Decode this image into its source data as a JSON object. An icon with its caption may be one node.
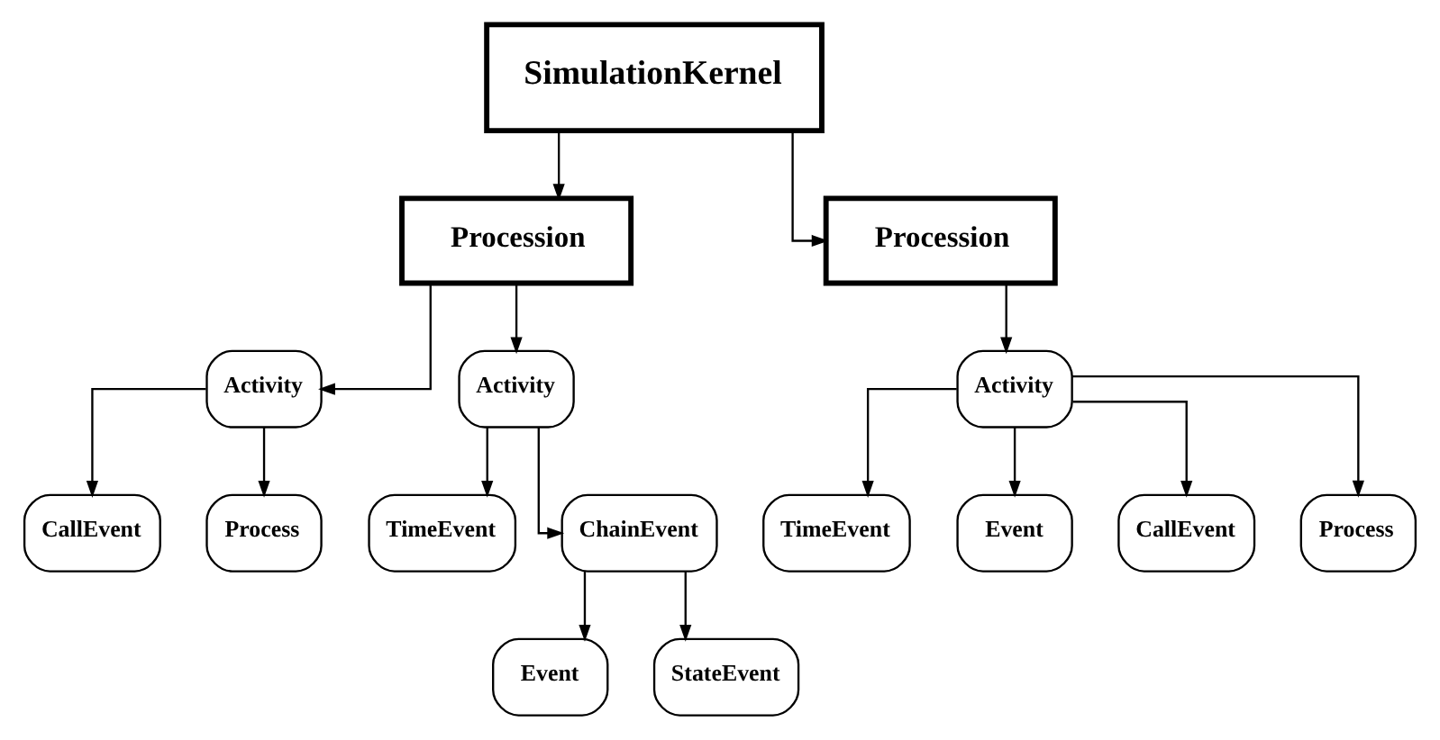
{
  "diagram": {
    "nodes": [
      {
        "text": [
          "SimulationKernel"
        ]
      },
      {
        "text": [
          "Procession"
        ]
      },
      {
        "text": [
          "Procession"
        ]
      },
      {
        "text": [
          "Activity"
        ]
      },
      {
        "text": [
          "Activity"
        ]
      },
      {
        "text": [
          "Activity"
        ]
      },
      {
        "text": [
          "CallEvent"
        ]
      },
      {
        "text": [
          "Process"
        ]
      },
      {
        "text": [
          "TimeEvent"
        ]
      },
      {
        "text": [
          "ChainEvent"
        ]
      },
      {
        "text": [
          "TimeEvent"
        ]
      },
      {
        "text": [
          "Event"
        ]
      },
      {
        "text": [
          "CallEvent"
        ]
      },
      {
        "text": [
          "Process"
        ]
      },
      {
        "text": [
          "Event"
        ]
      },
      {
        "text": [
          "StateEvent"
        ]
      }
    ],
    "edges": [
      {
        "from": 0,
        "to": 1,
        "arrow": "to"
      },
      {
        "from": 0,
        "to": 2,
        "arrow": "to"
      },
      {
        "from": 1,
        "to": 3,
        "arrow": "to"
      },
      {
        "from": 1,
        "to": 4,
        "arrow": "to"
      },
      {
        "from": 2,
        "to": 5,
        "arrow": "to"
      },
      {
        "from": 3,
        "to": 6,
        "arrow": "to"
      },
      {
        "from": 3,
        "to": 7,
        "arrow": "to"
      },
      {
        "from": 4,
        "to": 8,
        "arrow": "to"
      },
      {
        "from": 4,
        "to": 9,
        "arrow": "to"
      },
      {
        "from": 5,
        "to": 10,
        "arrow": "to"
      },
      {
        "from": 5,
        "to": 11,
        "arrow": "to"
      },
      {
        "from": 5,
        "to": 12,
        "arrow": "to"
      },
      {
        "from": 5,
        "to": 13,
        "arrow": "to"
      },
      {
        "from": 9,
        "to": 14,
        "arrow": "to"
      },
      {
        "from": 9,
        "to": 15,
        "arrow": "to"
      }
    ]
  }
}
